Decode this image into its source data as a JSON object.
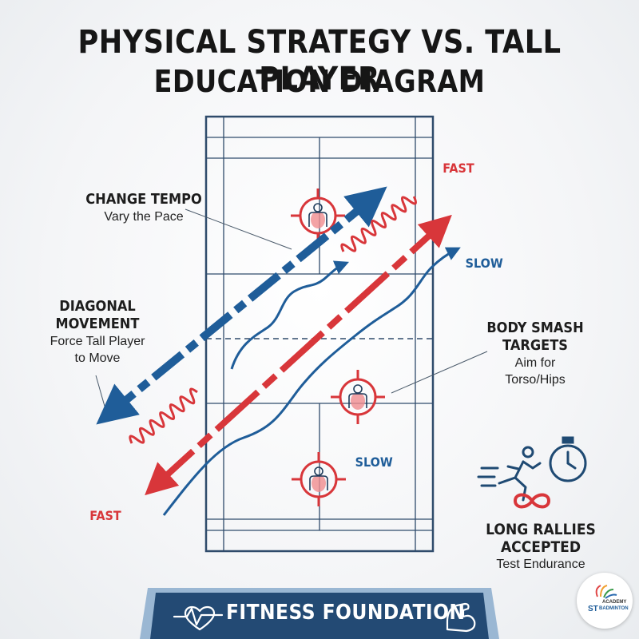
{
  "title": {
    "line1": "PHYSICAL STRATEGY VS. TALL PLAYER",
    "line2": "EDUCATION DIAGRAM"
  },
  "labels": {
    "change_tempo": {
      "heading": "CHANGE TEMPO",
      "sub": "Vary the Pace"
    },
    "diagonal_movement": {
      "heading_line1": "DIAGONAL",
      "heading_line2": "MOVEMENT",
      "sub_line1": "Force Tall Player",
      "sub_line2": "to Move"
    },
    "body_smash": {
      "heading_line1": "BODY SMASH",
      "heading_line2": "TARGETS",
      "sub_line1": "Aim for",
      "sub_line2": "Torso/Hips"
    },
    "long_rallies": {
      "heading_line1": "LONG RALLIES",
      "heading_line2": "ACCEPTED",
      "sub": "Test Endurance"
    }
  },
  "speed_labels": {
    "fast_top": "FAST",
    "slow_right": "SLOW",
    "slow_court": "SLOW",
    "fast_bottom": "FAST"
  },
  "banner": {
    "text": "FITNESS FOUNDATION"
  },
  "logo": {
    "line1": "ACADEMY",
    "line2": "ST",
    "line3": "BADMINTON"
  },
  "icons": [
    "target-player-icon",
    "runner-icon",
    "stopwatch-icon",
    "infinity-icon",
    "heartbeat-icon",
    "flexed-arm-icon"
  ],
  "colors": {
    "red": "#d8363a",
    "blue": "#1f5d99",
    "banner": "#234a74",
    "banner_stripe": "#9ab7d3"
  }
}
